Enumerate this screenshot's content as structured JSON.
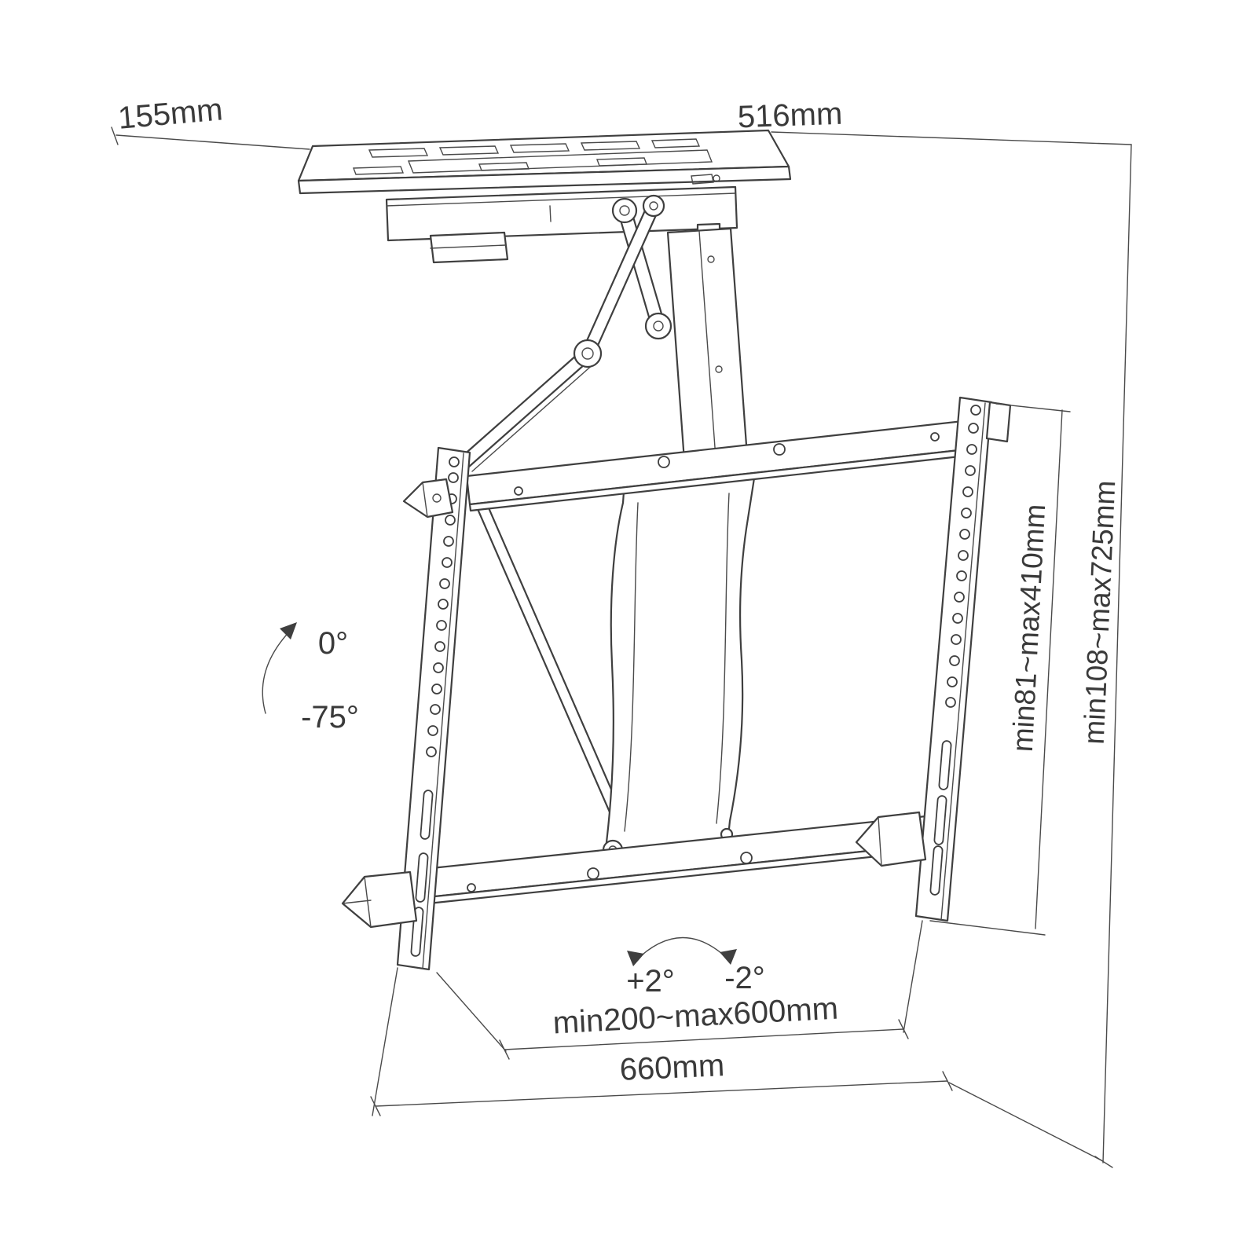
{
  "diagram": {
    "dimensions": {
      "plate_depth": "155mm",
      "plate_length": "516mm",
      "bracket_height_range": "min81~max410mm",
      "overall_height_range": "min108~max725mm",
      "mount_width_range": "min200~max600mm",
      "overall_width": "660mm"
    },
    "angles": {
      "tilt_upper": "0°",
      "tilt_lower": "-75°",
      "swing_left": "+2°",
      "swing_right": "-2°"
    }
  }
}
